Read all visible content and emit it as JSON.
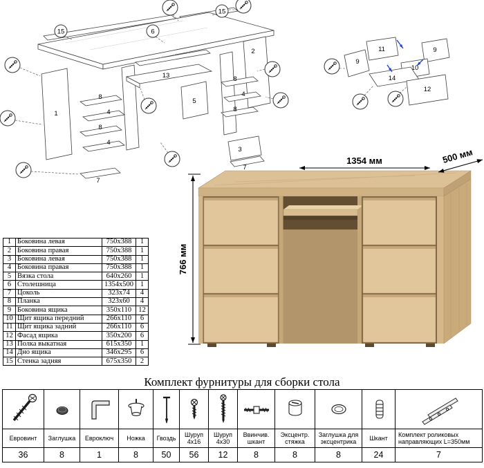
{
  "doc": {
    "hardware_title": "Комплект фурнитуры для сборки стола"
  },
  "desk": {
    "width_label": "1354 мм",
    "depth_label": "500 мм",
    "height_label": "766 мм",
    "wood_color": "#dcc096"
  },
  "parts": {
    "rows": [
      {
        "num": "1",
        "name": "Боковина левая",
        "size": "750х388",
        "qty": "1"
      },
      {
        "num": "2",
        "name": "Боковина правая",
        "size": "750х388",
        "qty": "1"
      },
      {
        "num": "3",
        "name": "Боковина левая",
        "size": "750х388",
        "qty": "1"
      },
      {
        "num": "4",
        "name": "Боковина правая",
        "size": "750х388",
        "qty": "1"
      },
      {
        "num": "5",
        "name": "Вязка стола",
        "size": "640х260",
        "qty": "1"
      },
      {
        "num": "6",
        "name": "Столешница",
        "size": "1354х500",
        "qty": "1"
      },
      {
        "num": "7",
        "name": "Цоколь",
        "size": "323х74",
        "qty": "4"
      },
      {
        "num": "8",
        "name": "Планка",
        "size": "323х60",
        "qty": "4"
      },
      {
        "num": "9",
        "name": "Боковина ящика",
        "size": "350х110",
        "qty": "12"
      },
      {
        "num": "10",
        "name": "Щит ящика передний",
        "size": "266х110",
        "qty": "6"
      },
      {
        "num": "11",
        "name": "Щит ящика задний",
        "size": "266х110",
        "qty": "6"
      },
      {
        "num": "12",
        "name": "Фасад ящика",
        "size": "350х200",
        "qty": "6"
      },
      {
        "num": "13",
        "name": "Полка выкатная",
        "size": "615х350",
        "qty": "1"
      },
      {
        "num": "14",
        "name": "Дно ящика",
        "size": "346х295",
        "qty": "6"
      },
      {
        "num": "15",
        "name": "Стенка задняя",
        "size": "675х350",
        "qty": "2"
      }
    ]
  },
  "hardware": {
    "items": [
      {
        "name": "Евровинт",
        "qty": "36",
        "icon": "euro-screw-icon"
      },
      {
        "name": "Заглушка",
        "qty": "8",
        "icon": "cover-cap-icon"
      },
      {
        "name": "Евроключ",
        "qty": "1",
        "icon": "hex-key-icon"
      },
      {
        "name": "Ножка",
        "qty": "8",
        "icon": "furniture-foot-icon"
      },
      {
        "name": "Гвоздь",
        "qty": "50",
        "icon": "nail-icon"
      },
      {
        "name": "Шуруп 4х16",
        "qty": "56",
        "icon": "screw-4x16-icon"
      },
      {
        "name": "Шуруп 4х30",
        "qty": "12",
        "icon": "screw-4x30-icon"
      },
      {
        "name": "Ввинчив. шкант",
        "qty": "8",
        "icon": "screw-in-dowel-icon"
      },
      {
        "name": "Эксцентр. стяжка",
        "qty": "8",
        "icon": "cam-lock-icon"
      },
      {
        "name": "Заглушка для эксцентрика",
        "qty": "8",
        "icon": "cam-cover-icon"
      },
      {
        "name": "Шкант",
        "qty": "24",
        "icon": "wood-dowel-icon"
      },
      {
        "name": "Комплект роликовых направляющих L=350мм",
        "qty": "7",
        "icon": "drawer-slides-icon"
      }
    ]
  },
  "diagram": {
    "left_labels": [
      "15",
      "6",
      "15",
      "1",
      "8",
      "4",
      "8",
      "4",
      "7",
      "13",
      "5",
      "2",
      "8",
      "4",
      "8",
      "3",
      "7"
    ],
    "right_labels": [
      "11",
      "9",
      "9",
      "10",
      "14",
      "12"
    ]
  }
}
